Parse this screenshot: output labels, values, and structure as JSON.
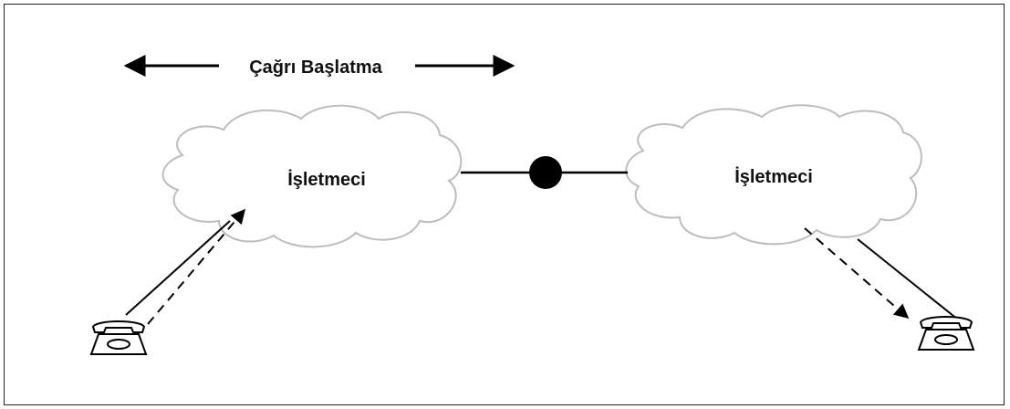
{
  "header_label": "Çağrı Başlatma",
  "clouds": [
    {
      "label": "İşletmeci"
    },
    {
      "label": "İşletmeci"
    }
  ],
  "colors": {
    "line": "#000000",
    "cloud_stroke": "#bdbdbd",
    "cloud_fill": "#ffffff",
    "node": "#000000"
  }
}
